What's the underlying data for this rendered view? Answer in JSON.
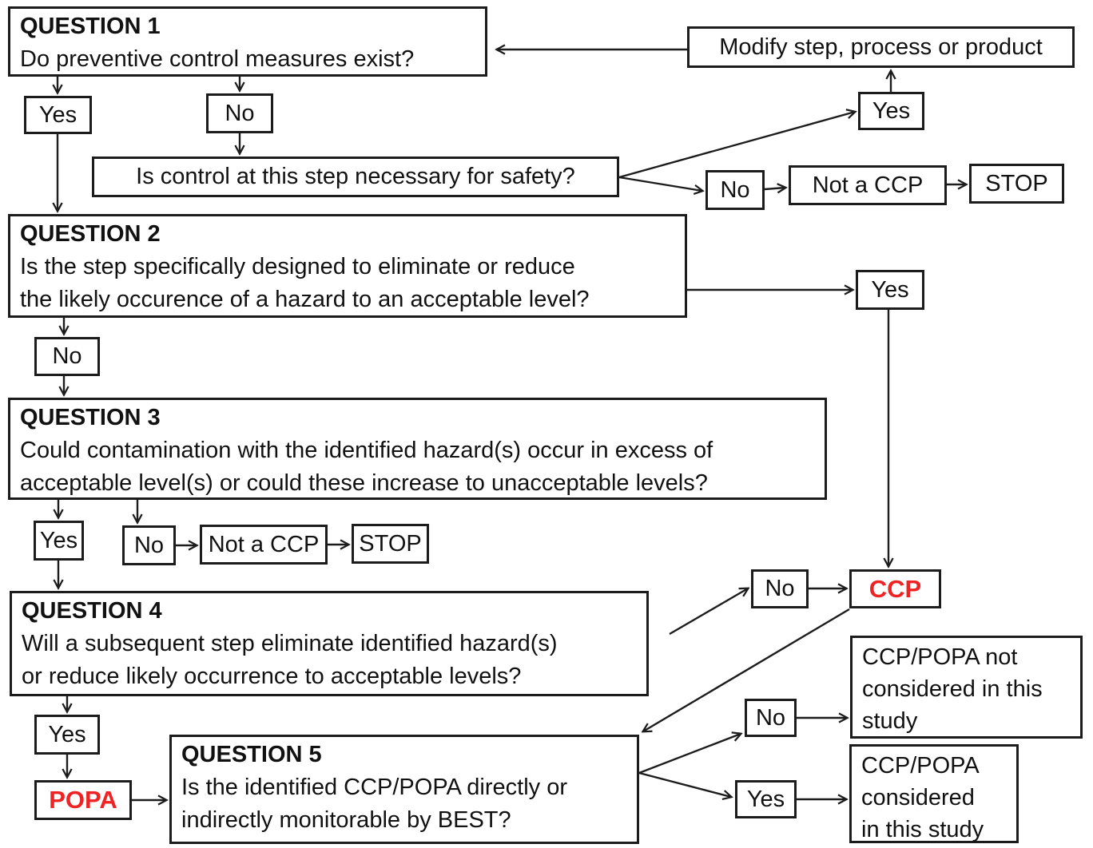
{
  "flowchart": {
    "colors": {
      "accent_red": "#ee2424",
      "line_black": "#1c1c1c",
      "background": "#ffffff"
    },
    "nodes": {
      "q1": {
        "title": "QUESTION 1",
        "lines": [
          "Do preventive control measures exist?"
        ]
      },
      "modify": {
        "label": "Modify step, process or product"
      },
      "q1_yes": {
        "label": "Yes"
      },
      "q1_no": {
        "label": "No"
      },
      "safety": {
        "label": "Is control at this step necessary for safety?"
      },
      "safety_yes": {
        "label": "Yes"
      },
      "safety_no": {
        "label": "No"
      },
      "not_a_ccp_1": {
        "label": "Not a CCP"
      },
      "stop_1": {
        "label": "STOP"
      },
      "q2": {
        "title": "QUESTION 2",
        "lines": [
          "Is the step specifically designed to eliminate or reduce",
          "the likely occurence of a hazard to an acceptable level?"
        ]
      },
      "q2_yes": {
        "label": "Yes"
      },
      "q2_no": {
        "label": "No"
      },
      "q3": {
        "title": "QUESTION 3",
        "lines": [
          "Could contamination with the identified hazard(s) occur in excess of",
          "acceptable level(s) or could these increase to unacceptable levels?"
        ]
      },
      "q3_yes": {
        "label": "Yes"
      },
      "q3_no": {
        "label": "No"
      },
      "not_a_ccp_2": {
        "label": "Not a CCP"
      },
      "stop_2": {
        "label": "STOP"
      },
      "q4": {
        "title": "QUESTION 4",
        "lines": [
          "Will a subsequent step eliminate identified hazard(s)",
          "or reduce likely occurrence to acceptable levels?"
        ]
      },
      "q4_yes": {
        "label": "Yes"
      },
      "q4_no": {
        "label": "No"
      },
      "popa": {
        "label": "POPA"
      },
      "ccp": {
        "label": "CCP"
      },
      "q5": {
        "title": "QUESTION 5",
        "lines": [
          "Is the identified CCP/POPA directly or",
          "indirectly monitorable by BEST?"
        ]
      },
      "q5_no": {
        "label": "No"
      },
      "q5_yes": {
        "label": "Yes"
      },
      "not_considered": {
        "lines": [
          "CCP/POPA not",
          "considered in this",
          "study"
        ]
      },
      "considered": {
        "lines": [
          "CCP/POPA",
          "considered",
          "in this study"
        ]
      }
    }
  }
}
